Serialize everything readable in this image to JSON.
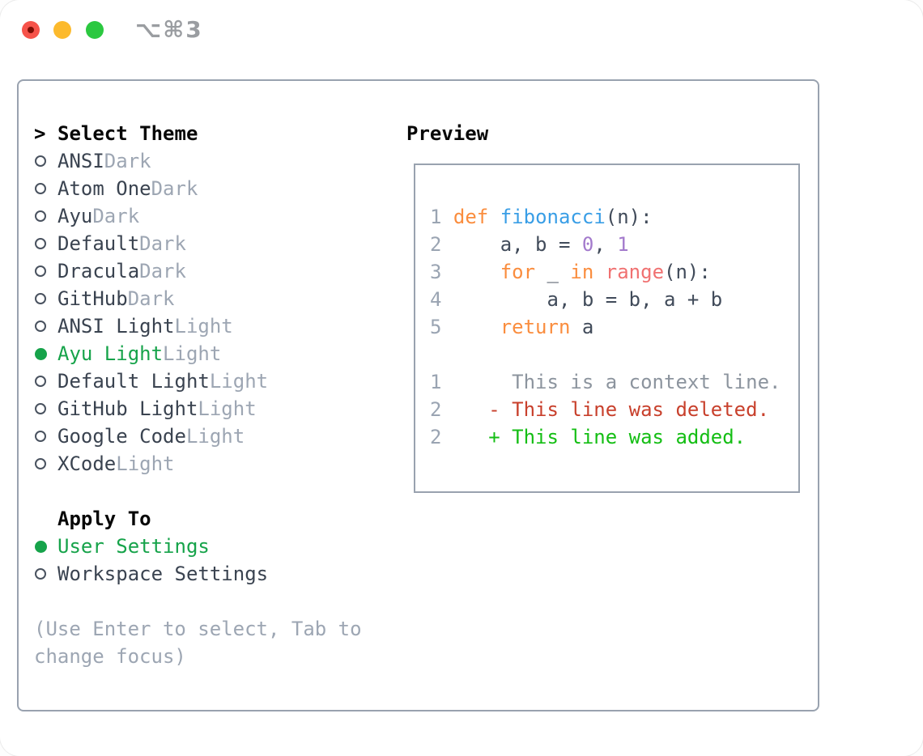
{
  "window": {
    "shortcut": "⌥⌘3"
  },
  "colors": {
    "traffic_red": "#f6534a",
    "traffic_yellow": "#fcba2d",
    "traffic_green": "#2bc840",
    "border": "#99a2af",
    "heading": "#070707",
    "item_text": "#3a4350",
    "variant_text": "#9da6b3",
    "selected": "#16a34a",
    "hint": "#9da6b3",
    "line_number": "#9aa4b2",
    "keyword": "#fa8d3e",
    "function": "#399ee6",
    "number": "#a37acc",
    "builtin": "#f07171",
    "code": "#414b5a",
    "context": "#8c949e",
    "deleted": "#c8402c",
    "added": "#14be14"
  },
  "theme_panel": {
    "prompt": ">",
    "title": "Select Theme",
    "items": [
      {
        "name": "ANSI",
        "variant": "Dark",
        "selected": false
      },
      {
        "name": "Atom One",
        "variant": "Dark",
        "selected": false
      },
      {
        "name": "Ayu",
        "variant": "Dark",
        "selected": false
      },
      {
        "name": "Default",
        "variant": "Dark",
        "selected": false
      },
      {
        "name": "Dracula",
        "variant": "Dark",
        "selected": false
      },
      {
        "name": "GitHub",
        "variant": "Dark",
        "selected": false
      },
      {
        "name": "ANSI Light",
        "variant": "Light",
        "selected": false
      },
      {
        "name": "Ayu Light",
        "variant": "Light",
        "selected": true
      },
      {
        "name": "Default Light",
        "variant": "Light",
        "selected": false
      },
      {
        "name": "GitHub Light",
        "variant": "Light",
        "selected": false
      },
      {
        "name": "Google Code",
        "variant": "Light",
        "selected": false
      },
      {
        "name": "XCode",
        "variant": "Light",
        "selected": false
      }
    ],
    "apply_to": {
      "title": "Apply To",
      "options": [
        {
          "label": "User Settings",
          "selected": true
        },
        {
          "label": "Workspace Settings",
          "selected": false
        }
      ]
    },
    "hint_lines": [
      "(Use Enter to select, Tab to",
      "change focus)"
    ]
  },
  "preview": {
    "title": "Preview",
    "lines": [
      {
        "tokens": [
          {
            "text": "1 ",
            "color": "line_number"
          },
          {
            "text": "def",
            "color": "keyword"
          },
          {
            "text": " ",
            "color": "code"
          },
          {
            "text": "fibonacci",
            "color": "function"
          },
          {
            "text": "(n):",
            "color": "code"
          }
        ]
      },
      {
        "tokens": [
          {
            "text": "2     ",
            "color": "line_number"
          },
          {
            "text": "a, b = ",
            "color": "code"
          },
          {
            "text": "0",
            "color": "number"
          },
          {
            "text": ", ",
            "color": "code"
          },
          {
            "text": "1",
            "color": "number"
          }
        ]
      },
      {
        "tokens": [
          {
            "text": "3     ",
            "color": "line_number"
          },
          {
            "text": "for",
            "color": "keyword"
          },
          {
            "text": " _ ",
            "color": "code"
          },
          {
            "text": "in",
            "color": "keyword"
          },
          {
            "text": " ",
            "color": "code"
          },
          {
            "text": "range",
            "color": "builtin"
          },
          {
            "text": "(n):",
            "color": "code"
          }
        ]
      },
      {
        "tokens": [
          {
            "text": "4         ",
            "color": "line_number"
          },
          {
            "text": "a, b = b, a + b",
            "color": "code"
          }
        ]
      },
      {
        "tokens": [
          {
            "text": "5     ",
            "color": "line_number"
          },
          {
            "text": "return",
            "color": "keyword"
          },
          {
            "text": " a",
            "color": "code"
          }
        ]
      },
      {
        "tokens": [
          {
            "text": "",
            "color": "code"
          }
        ]
      },
      {
        "tokens": [
          {
            "text": "1",
            "color": "line_number"
          },
          {
            "text": "      This is a context line.",
            "color": "context"
          }
        ]
      },
      {
        "tokens": [
          {
            "text": "2    ",
            "color": "line_number"
          },
          {
            "text": "- This line was deleted.",
            "color": "deleted"
          }
        ]
      },
      {
        "tokens": [
          {
            "text": "2    ",
            "color": "line_number"
          },
          {
            "text": "+ This line was added.",
            "color": "added"
          }
        ]
      }
    ]
  }
}
